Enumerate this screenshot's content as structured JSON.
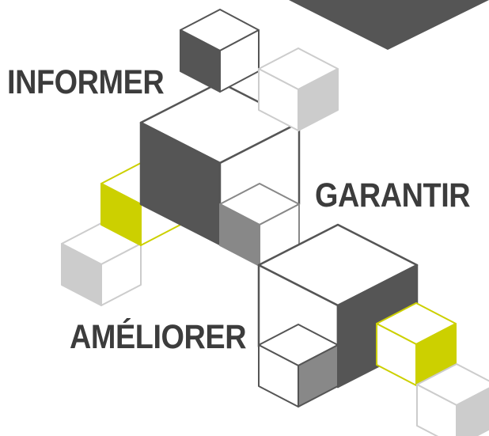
{
  "labels": {
    "informer": "INFORMER",
    "garantir": "GARANTIR",
    "ameliorer": "AMÉLIORER"
  },
  "colors": {
    "dark": "#555555",
    "mid": "#888888",
    "light": "#cccccc",
    "accent": "#ccd000",
    "outline": "#555555",
    "text": "#3c3c3c"
  }
}
